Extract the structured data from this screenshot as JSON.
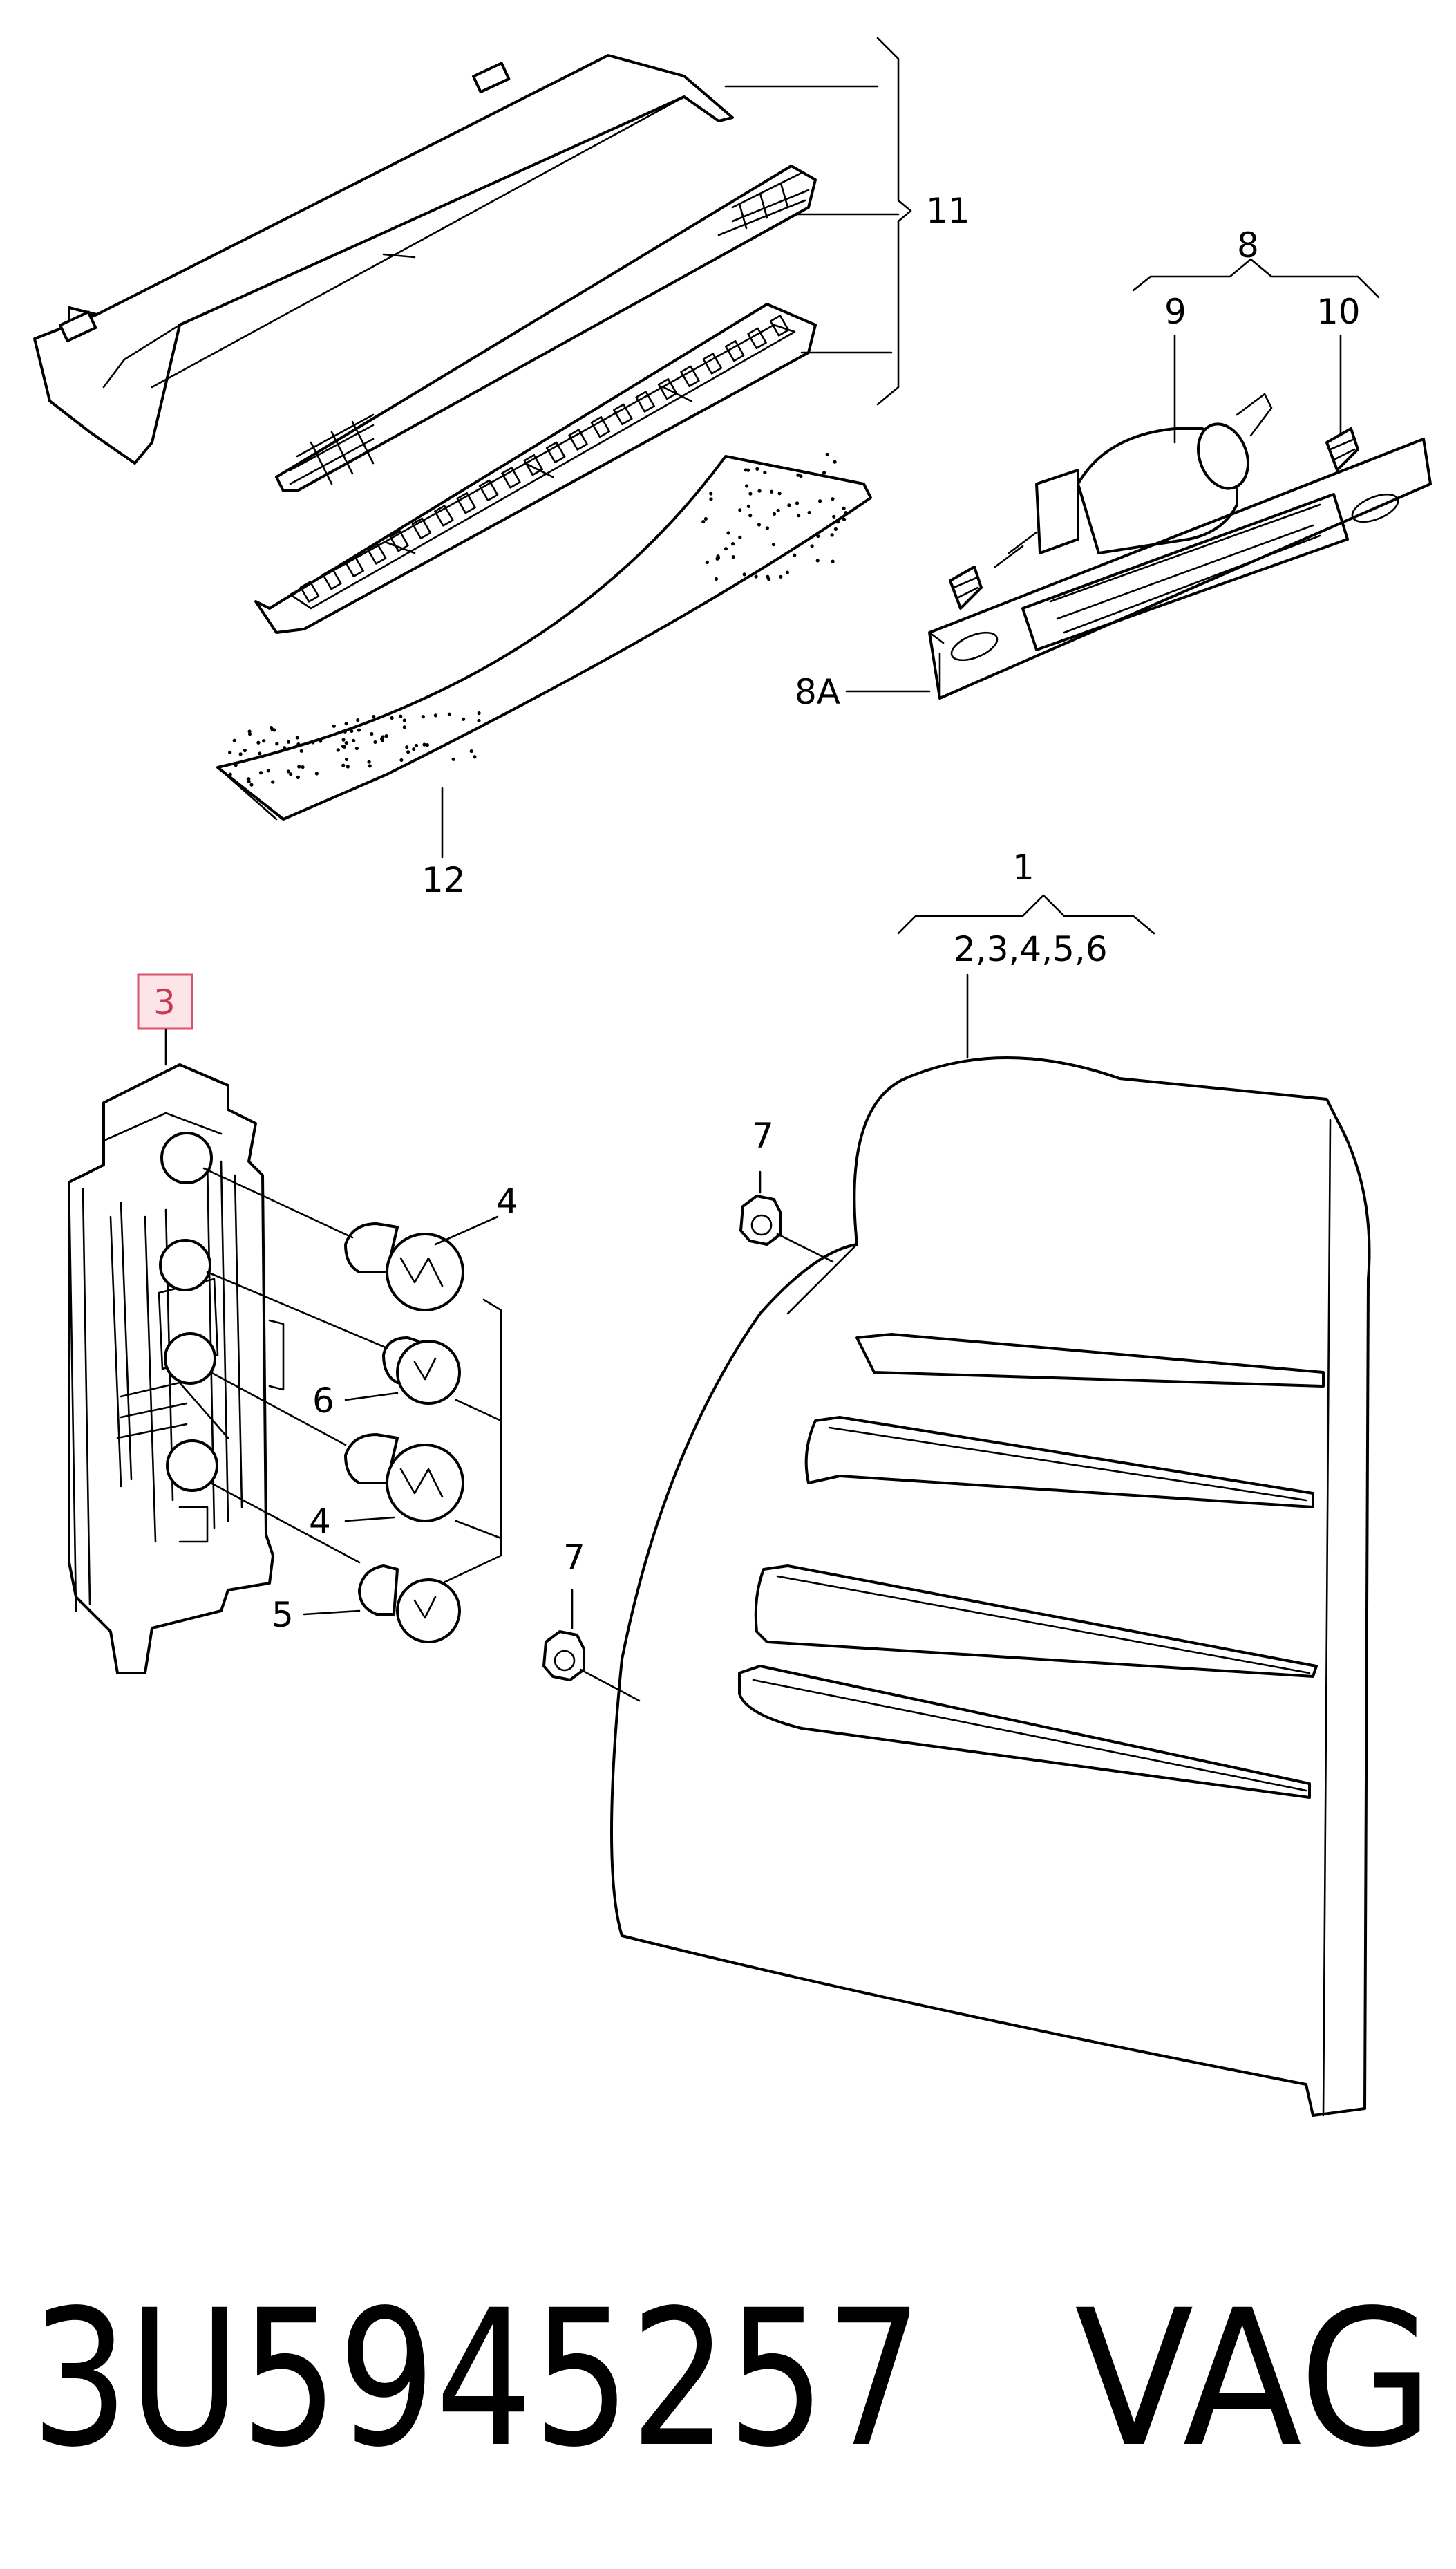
{
  "callouts": {
    "c1": "1",
    "c2": "2,3,4,5,6",
    "c3": "3",
    "c4a": "4",
    "c4b": "4",
    "c5": "5",
    "c6": "6",
    "c7a": "7",
    "c7b": "7",
    "c8": "8",
    "c8a": "8A",
    "c9": "9",
    "c10": "10",
    "c11": "11",
    "c12": "12"
  },
  "footer": {
    "part_number": "3U5945257",
    "brand": "VAG"
  },
  "colors": {
    "line": "#000000",
    "highlight_fill": "#fde4e8",
    "highlight_border": "#d9546a"
  }
}
